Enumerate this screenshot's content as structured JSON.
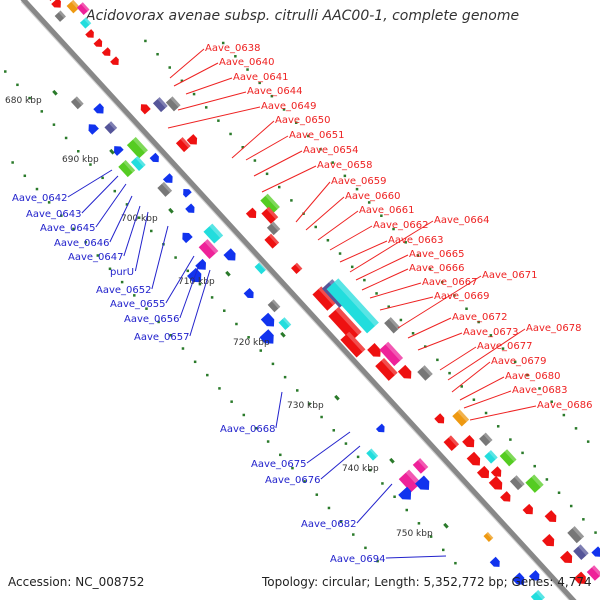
{
  "title": "Acidovorax avenae subsp. citrulli AAC00-1, complete genome",
  "accession": "Accession: NC_008752",
  "topology": "Topology: circular; Length: 5,352,772 bp; Genes: 4,774",
  "colors": {
    "backbone": "#888888",
    "tick": "#2a7a2a",
    "label_red": "#ee2222",
    "label_blue": "#2222cc",
    "feature_red": "#ee1111",
    "feature_blue": "#1133ee",
    "feature_cyan": "#22dddd",
    "feature_magenta": "#ee2299",
    "feature_green": "#55cc22",
    "feature_gray": "#777777",
    "feature_orange": "#ee9911",
    "feature_purple": "#555599"
  },
  "scale_labels": [
    "680 kbp",
    "690 kbp",
    "700 kbp",
    "710 kbp",
    "720 kbp",
    "730 kbp",
    "740 kbp",
    "750 kbp"
  ],
  "red_labels": [
    "Aave_0638",
    "Aave_0640",
    "Aave_0641",
    "Aave_0644",
    "Aave_0649",
    "Aave_0650",
    "Aave_0651",
    "Aave_0654",
    "Aave_0658",
    "Aave_0659",
    "Aave_0660",
    "Aave_0661",
    "Aave_0662",
    "Aave_0663",
    "Aave_0664",
    "Aave_0665",
    "Aave_0666",
    "Aave_0667",
    "Aave_0669",
    "Aave_0671",
    "Aave_0672",
    "Aave_0673",
    "Aave_0677",
    "Aave_0678",
    "Aave_0679",
    "Aave_0680",
    "Aave_0683",
    "Aave_0686"
  ],
  "blue_labels": [
    "Aave_0642",
    "Aave_0643",
    "Aave_0645",
    "Aave_0646",
    "Aave_0647",
    "purU",
    "Aave_0652",
    "Aave_0655",
    "Aave_0656",
    "Aave_0657",
    "Aave_0668",
    "Aave_0675",
    "Aave_0676",
    "Aave_0682",
    "Aave_0694"
  ]
}
